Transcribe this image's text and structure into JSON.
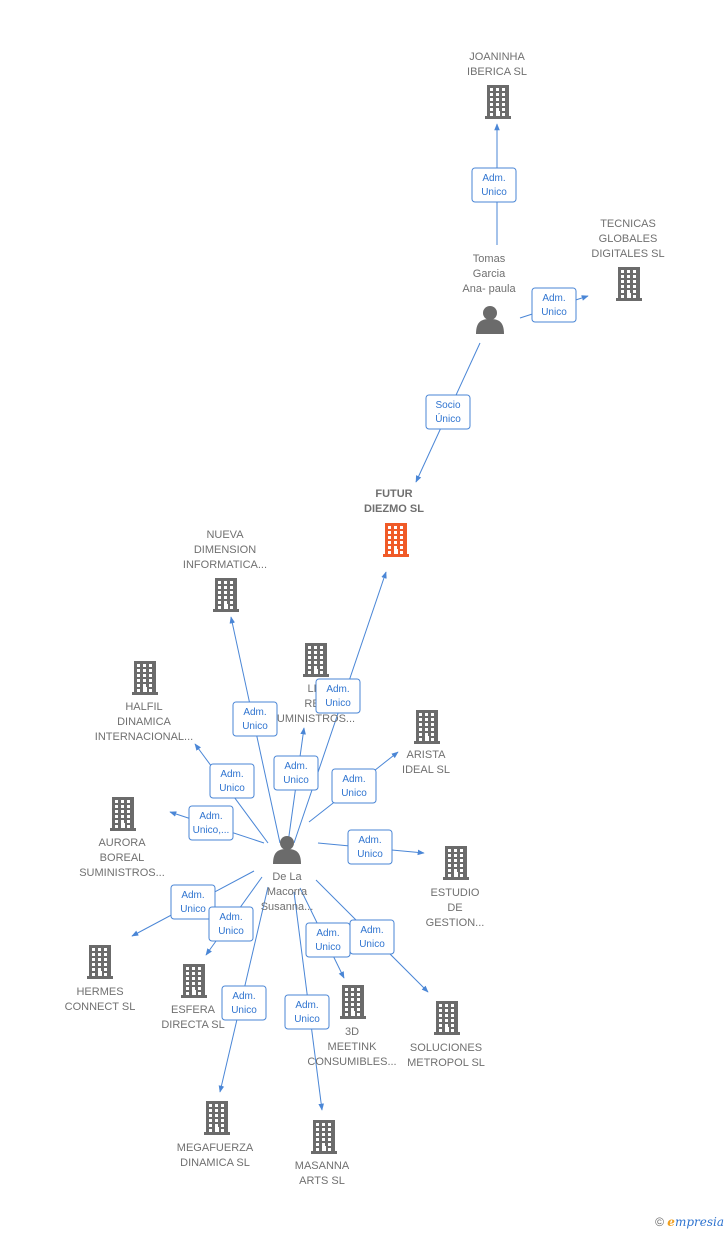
{
  "colors": {
    "edge": "#4a86d6",
    "edge_text": "#2f74d0",
    "company": "#6b6b6b",
    "primary": "#f05a28",
    "person": "#6b6b6b"
  },
  "nodes": [
    {
      "id": "joaninha",
      "type": "company",
      "label": [
        "JOANINHA",
        "IBERICA  SL"
      ]
    },
    {
      "id": "tecnicas",
      "type": "company",
      "label": [
        "TECNICAS",
        "GLOBALES",
        "DIGITALES SL"
      ]
    },
    {
      "id": "tomas",
      "type": "person",
      "label": [
        "Tomas",
        "Garcia",
        "Ana- paula"
      ]
    },
    {
      "id": "futur",
      "type": "primary",
      "label": [
        "FUTUR",
        "DIEZMO  SL"
      ]
    },
    {
      "id": "nueva",
      "type": "company",
      "label": [
        "NUEVA",
        "DIMENSION",
        "INFORMATICA..."
      ]
    },
    {
      "id": "lin",
      "type": "company",
      "label": [
        "LIN",
        "REC",
        "UMINISTROS..."
      ]
    },
    {
      "id": "halfil",
      "type": "company",
      "label": [
        "HALFIL",
        "DINAMICA",
        "INTERNACIONAL..."
      ]
    },
    {
      "id": "arista",
      "type": "company",
      "label": [
        "ARISTA",
        "IDEAL  SL"
      ]
    },
    {
      "id": "aurora",
      "type": "company",
      "label": [
        "AURORA",
        "BOREAL",
        "SUMINISTROS..."
      ]
    },
    {
      "id": "person2",
      "type": "person",
      "label": [
        "De La",
        "Macorra",
        "Susanna..."
      ]
    },
    {
      "id": "estudio",
      "type": "company",
      "label": [
        "ESTUDIO",
        "DE",
        "GESTION..."
      ]
    },
    {
      "id": "hermes",
      "type": "company",
      "label": [
        "HERMES",
        "CONNECT  SL"
      ]
    },
    {
      "id": "esfera",
      "type": "company",
      "label": [
        "ESFERA",
        "DIRECTA  SL"
      ]
    },
    {
      "id": "meetink",
      "type": "company",
      "label": [
        "3D",
        "MEETINK",
        "CONSUMIBLES..."
      ]
    },
    {
      "id": "soluciones",
      "type": "company",
      "label": [
        "SOLUCIONES",
        "METROPOL  SL"
      ]
    },
    {
      "id": "megafuerza",
      "type": "company",
      "label": [
        "MEGAFUERZA",
        "DINAMICA  SL"
      ]
    },
    {
      "id": "masanna",
      "type": "company",
      "label": [
        "MASANNA",
        "ARTS  SL"
      ]
    }
  ],
  "edges": [
    {
      "from": "tomas",
      "to": "joaninha",
      "label": [
        "Adm.",
        "Unico"
      ]
    },
    {
      "from": "tomas",
      "to": "tecnicas",
      "label": [
        "Adm.",
        "Unico"
      ]
    },
    {
      "from": "tomas",
      "to": "futur",
      "label": [
        "Socio",
        "Único"
      ]
    },
    {
      "from": "person2",
      "to": "futur",
      "label": [
        "Adm.",
        "Unico"
      ]
    },
    {
      "from": "person2",
      "to": "nueva",
      "label": [
        "Adm.",
        "Unico"
      ]
    },
    {
      "from": "person2",
      "to": "lin",
      "label": [
        "Adm.",
        "Unico"
      ]
    },
    {
      "from": "person2",
      "to": "halfil",
      "label": [
        "Adm.",
        "Unico"
      ]
    },
    {
      "from": "person2",
      "to": "arista",
      "label": [
        "Adm.",
        "Unico"
      ]
    },
    {
      "from": "person2",
      "to": "aurora",
      "label": [
        "Adm.",
        "Unico,..."
      ]
    },
    {
      "from": "person2",
      "to": "estudio",
      "label": [
        "Adm.",
        "Unico"
      ]
    },
    {
      "from": "person2",
      "to": "hermes",
      "label": [
        "Adm.",
        "Unico"
      ]
    },
    {
      "from": "person2",
      "to": "esfera",
      "label": [
        "Adm.",
        "Unico"
      ]
    },
    {
      "from": "person2",
      "to": "meetink",
      "label": [
        "Adm.",
        "Unico"
      ]
    },
    {
      "from": "person2",
      "to": "soluciones",
      "label": [
        "Adm.",
        "Unico"
      ]
    },
    {
      "from": "person2",
      "to": "megafuerza",
      "label": [
        "Adm.",
        "Unico"
      ]
    },
    {
      "from": "person2",
      "to": "masanna",
      "label": [
        "Adm.",
        "Unico"
      ]
    }
  ],
  "footer": {
    "copyright": "©",
    "brand_first": "e",
    "brand_rest": "mpresia"
  }
}
